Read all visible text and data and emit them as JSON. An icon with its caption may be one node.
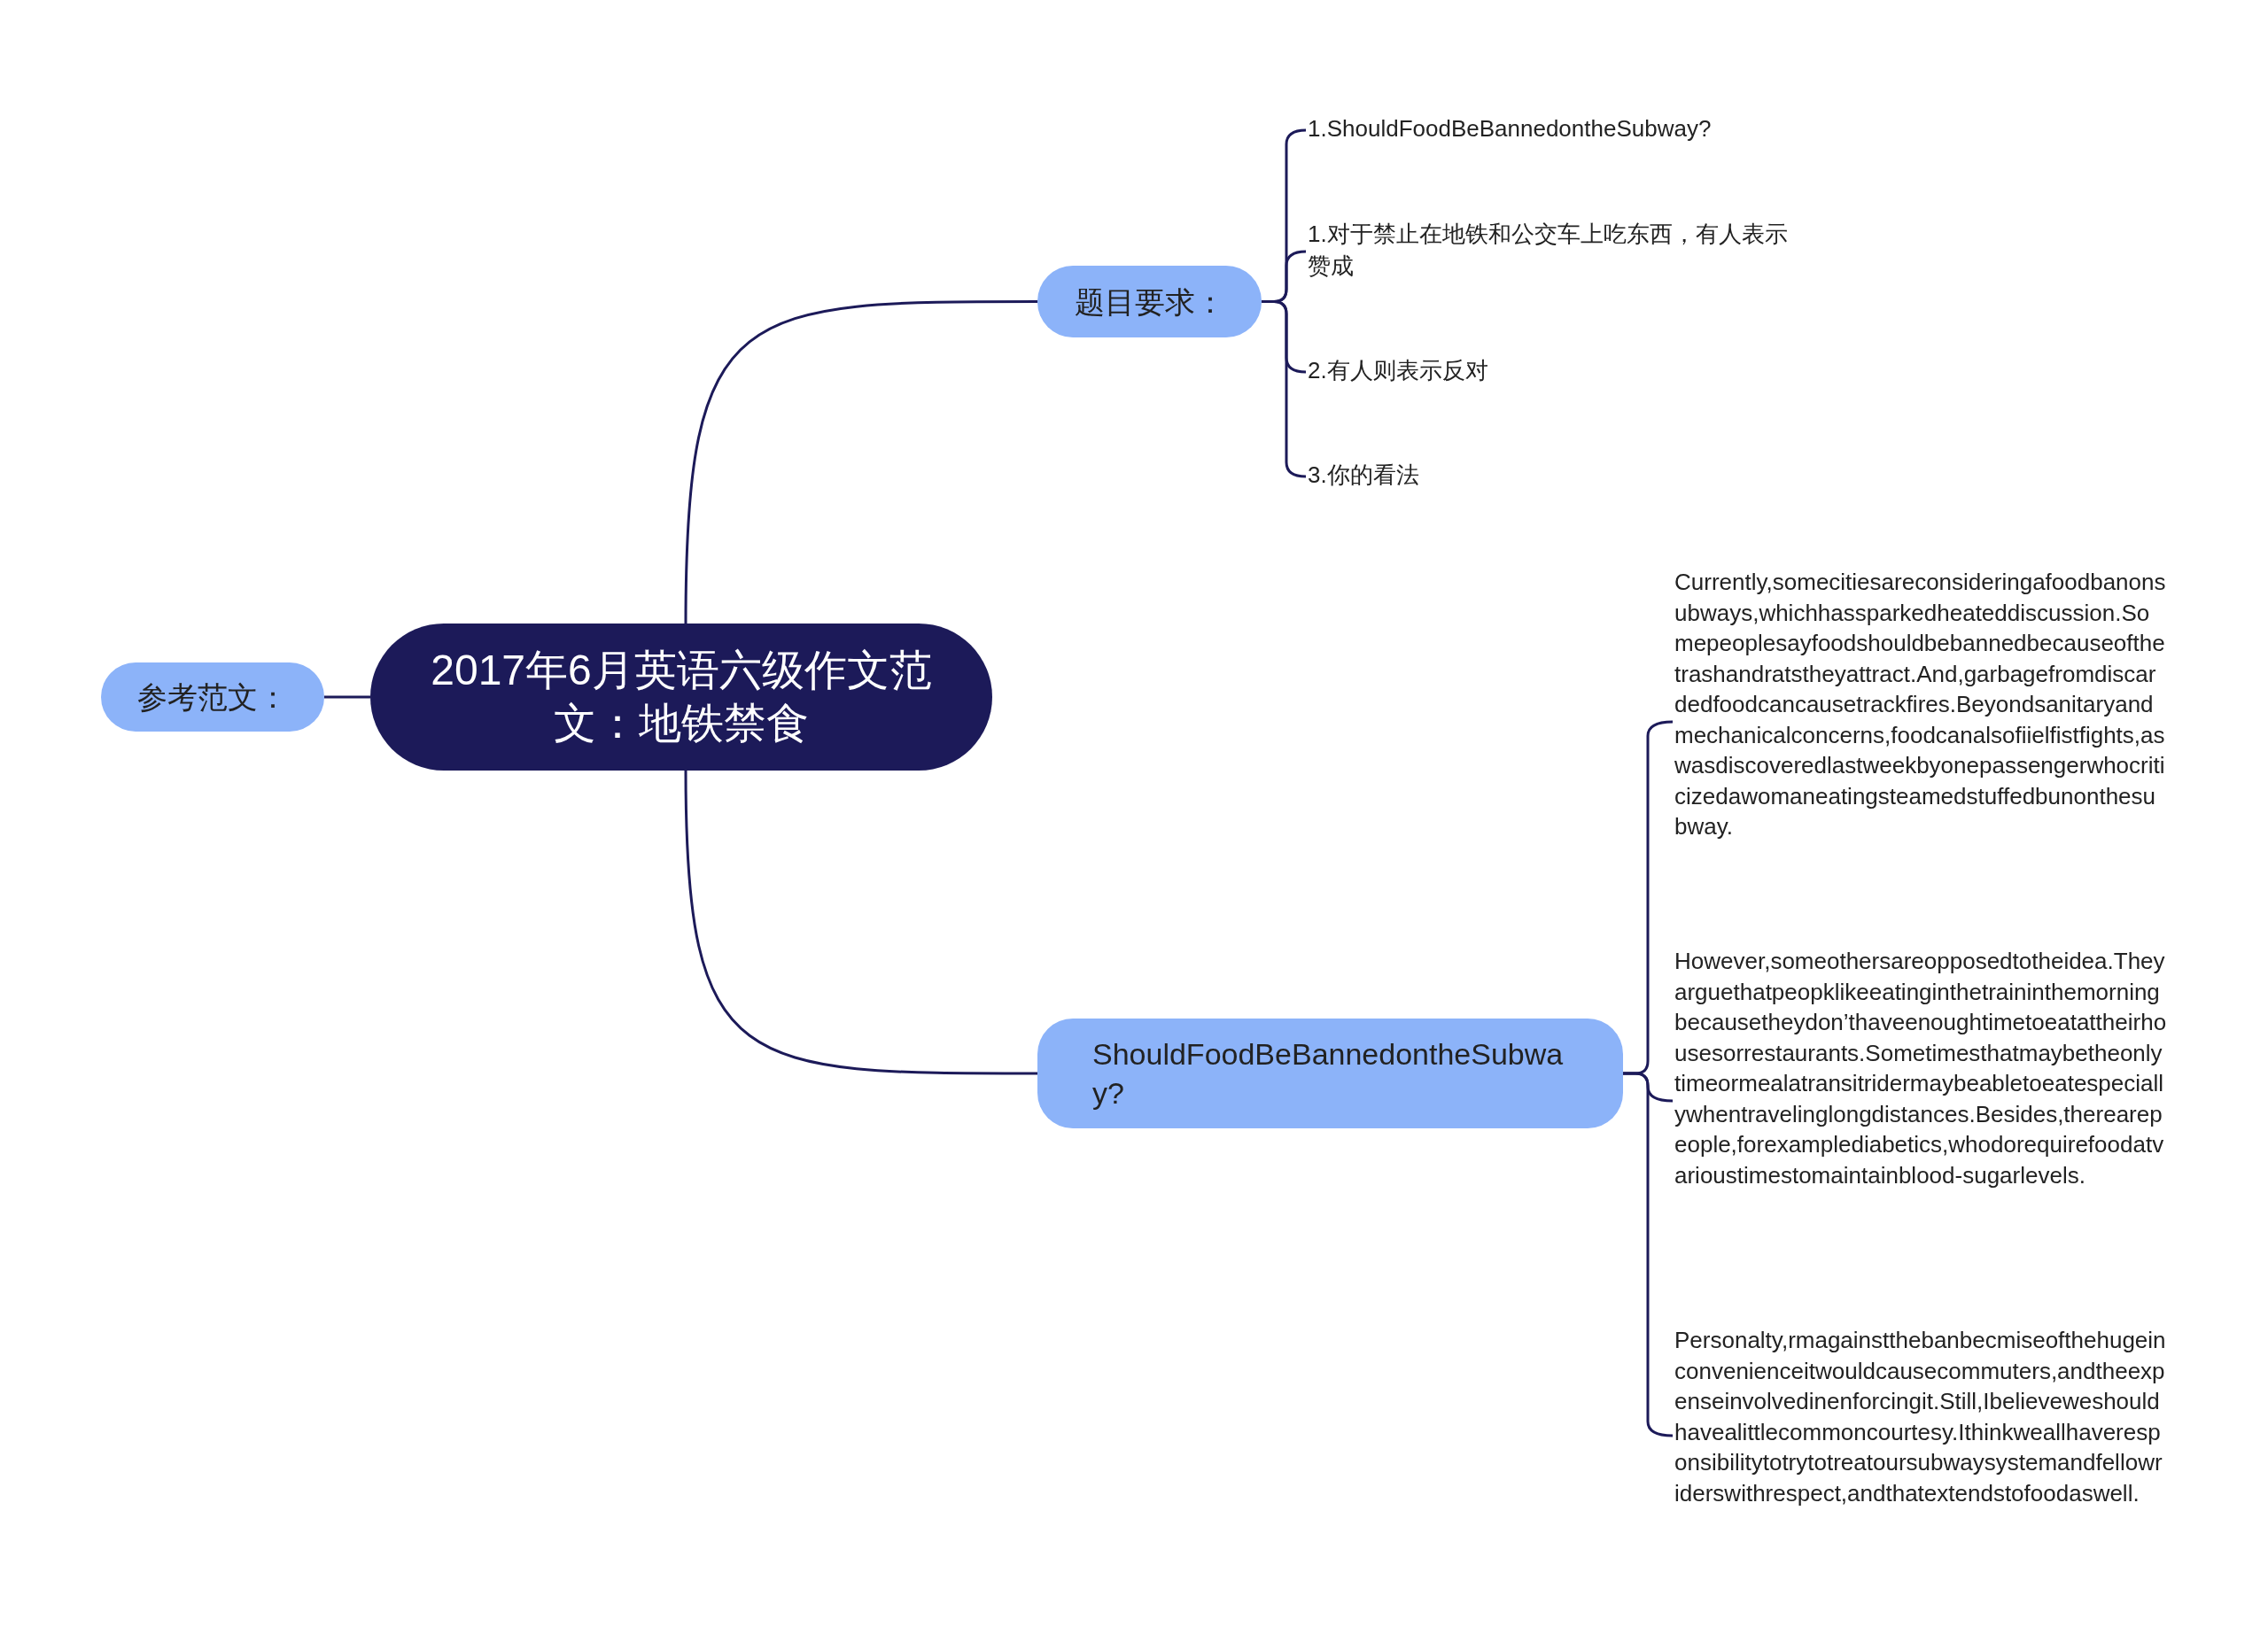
{
  "diagram": {
    "nodes": [
      {
        "text": [
          "2017年6月英语六级作文范文：地铁禁食"
        ]
      },
      {
        "text": [
          "参考范文："
        ]
      },
      {
        "text": [
          "题目要求："
        ]
      },
      {
        "text": [
          "1.ShouldFoodBeBannedontheSubway?"
        ]
      },
      {
        "text": [
          "1.对于禁止在地铁和公交车上吃东西，有人表示赞成"
        ]
      },
      {
        "text": [
          "2.有人则表示反对"
        ]
      },
      {
        "text": [
          "3.你的看法"
        ]
      },
      {
        "text": [
          "ShouldFoodBeBannedontheSubway?"
        ]
      },
      {
        "text": [
          "Currently,somecitiesareconsideringafoodbanonsubways,whichhassparkedheateddiscussion.Somepeoplesayfoodshouldbebannedbecauseofthetrashandratstheyattract.And,garbagefromdiscardedfoodcancausetrackfires.Beyondsanitaryandmechanicalconcerns,foodcanalsofiielfistfights,aswasdiscoveredlastweekbyonepassengerwhocriticizedawomaneatingsteamedstuffedbunonthesubway."
        ]
      },
      {
        "text": [
          "However,someothersareopposedtotheidea.Theyarguethatpeopklikeeatinginthetraininthemorningbecausetheydon’thaveenoughtimetoeatattheirhousesorrestaurants.Sometimesthatmaybetheonlytimeormealatransitridermaybeabletoeatespeciallywhentravelinglongdistances.Besides,therearepeople,forexamplediabetics,whodorequirefoodatvarioustimestomaintainblood-sugarlevels."
        ]
      },
      {
        "text": [
          "Personalty,rmagainstthebanbecmiseofthehugeinconvenienceitwouldcausecommuters,andtheexpenseinvolvedinenforcingit.Still,Ibelieveweshouldhavealittlecommoncourtesy.Ithinkweallhaveresponsibilitytotrytotreatoursubwaysystemandfellowriderswithrespect,andthatextendstofoodaswell."
        ]
      }
    ],
    "edges": [
      {
        "from": 0,
        "to": 1,
        "arrow": "none"
      },
      {
        "from": 0,
        "to": 2,
        "arrow": "none"
      },
      {
        "from": 2,
        "to": 3,
        "arrow": "none"
      },
      {
        "from": 2,
        "to": 4,
        "arrow": "none"
      },
      {
        "from": 2,
        "to": 5,
        "arrow": "none"
      },
      {
        "from": 2,
        "to": 6,
        "arrow": "none"
      },
      {
        "from": 0,
        "to": 7,
        "arrow": "none"
      },
      {
        "from": 7,
        "to": 8,
        "arrow": "none"
      },
      {
        "from": 7,
        "to": 9,
        "arrow": "none"
      },
      {
        "from": 7,
        "to": 10,
        "arrow": "none"
      }
    ]
  }
}
